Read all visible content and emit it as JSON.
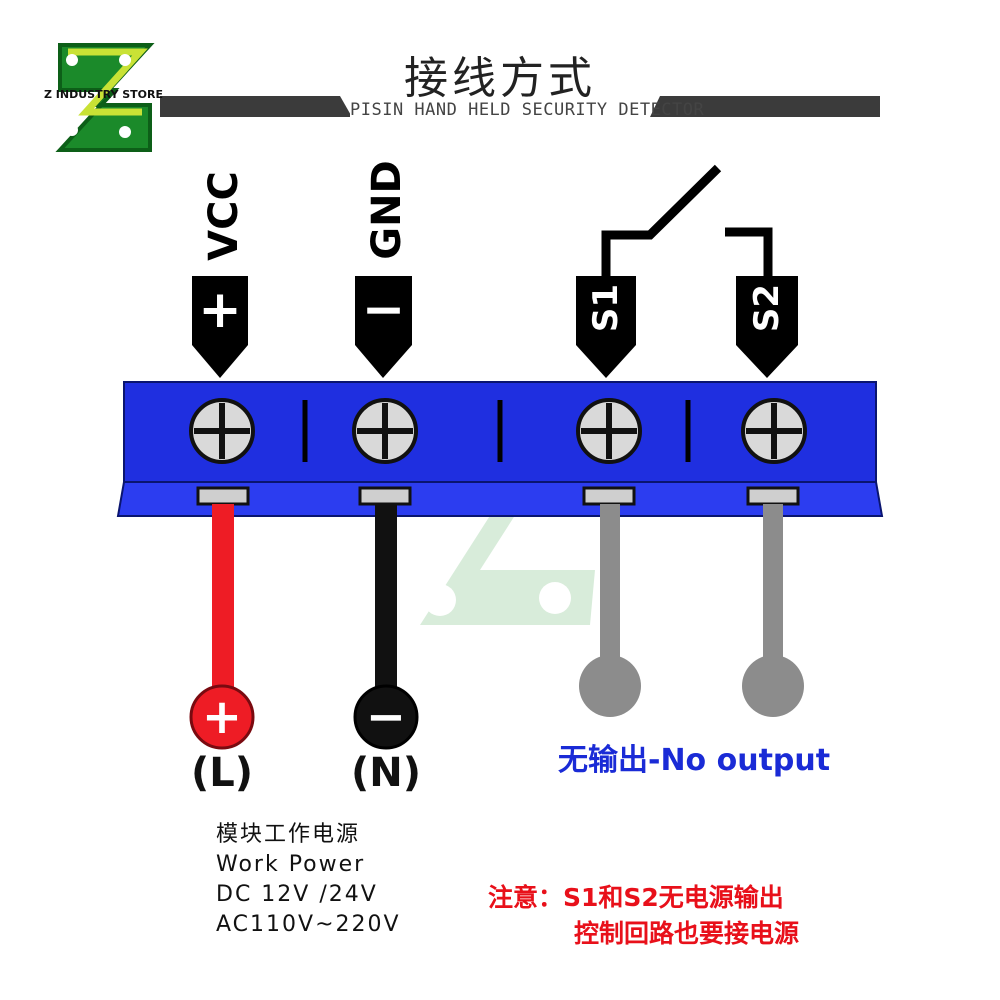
{
  "header": {
    "brand": "Z INDUSTRY STORE",
    "title": "接线方式",
    "subtitle": "PISIN HAND HELD SECURITY DETECTOR"
  },
  "pins": [
    {
      "label": "VCC",
      "symbol": "+"
    },
    {
      "label": "GND",
      "symbol": "−"
    },
    {
      "label": "S1"
    },
    {
      "label": "S2"
    }
  ],
  "wires": {
    "vcc_color": "#ee1c25",
    "gnd_color": "#111111",
    "signal_color": "#8c8c8c",
    "block_color": "#1f2fe0"
  },
  "power_terminals": {
    "live_symbol": "+",
    "live_label": "(L)",
    "neutral_symbol": "−",
    "neutral_label": "(N)"
  },
  "power_info": [
    "模块工作电源",
    "Work Power",
    "DC 12V /24V",
    "AC110V~220V"
  ],
  "no_output": "无输出-No output",
  "note": {
    "line1": "注意：S1和S2无电源输出",
    "line2": "控制回路也要接电源"
  }
}
